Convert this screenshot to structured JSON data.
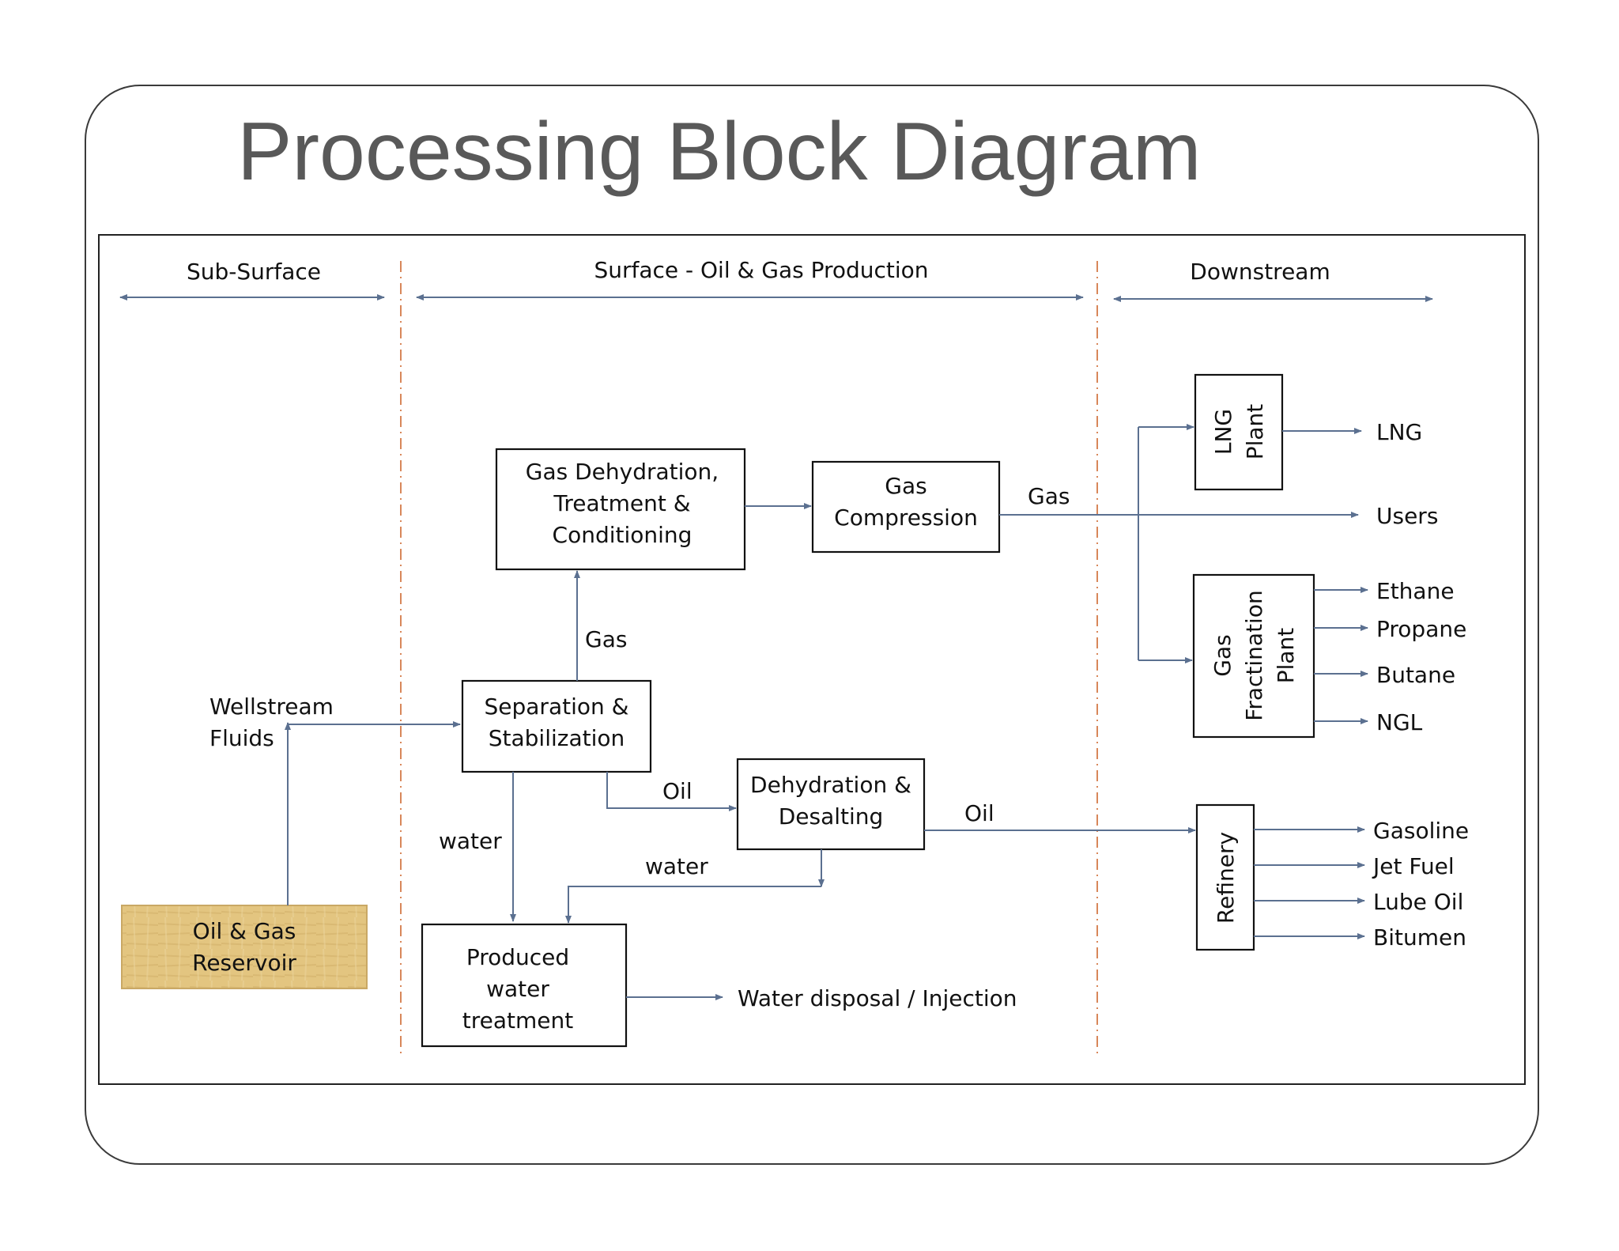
{
  "title": "Processing Block Diagram",
  "zones": {
    "sub_surface": "Sub-Surface",
    "surface": "Surface - Oil & Gas Production",
    "downstream": "Downstream"
  },
  "blocks": {
    "reservoir": [
      "Oil & Gas",
      "Reservoir"
    ],
    "separation": [
      "Separation &",
      "Stabilization"
    ],
    "gas_dehydration": [
      "Gas Dehydration,",
      "Treatment &",
      "Conditioning"
    ],
    "gas_compression": [
      "Gas",
      "Compression"
    ],
    "dehydration_desalting": [
      "Dehydration &",
      "Desalting"
    ],
    "produced_water": [
      "Produced",
      "water",
      "treatment"
    ],
    "lng_plant": [
      "LNG",
      "Plant"
    ],
    "gas_fractionation": [
      "Gas",
      "Fractination",
      "Plant"
    ],
    "refinery": [
      "Refinery"
    ]
  },
  "flow_labels": {
    "wellstream": [
      "Wellstream",
      "Fluids"
    ],
    "gas_up": "Gas",
    "gas_right": "Gas",
    "oil_to_desalting": "Oil",
    "oil_to_refinery": "Oil",
    "water_left": "water",
    "water_right": "water",
    "water_disposal": "Water disposal / Injection"
  },
  "products": {
    "lng": "LNG",
    "users": "Users",
    "fractionation": [
      "Ethane",
      "Propane",
      "Butane",
      "NGL"
    ],
    "refinery": [
      "Gasoline",
      "Jet Fuel",
      "Lube Oil",
      "Bitumen"
    ]
  },
  "colors": {
    "title": "#595959",
    "flow_lines": "#5b7090",
    "zone_divider": "#d8875a",
    "reservoir_fill": "#e3c580"
  }
}
